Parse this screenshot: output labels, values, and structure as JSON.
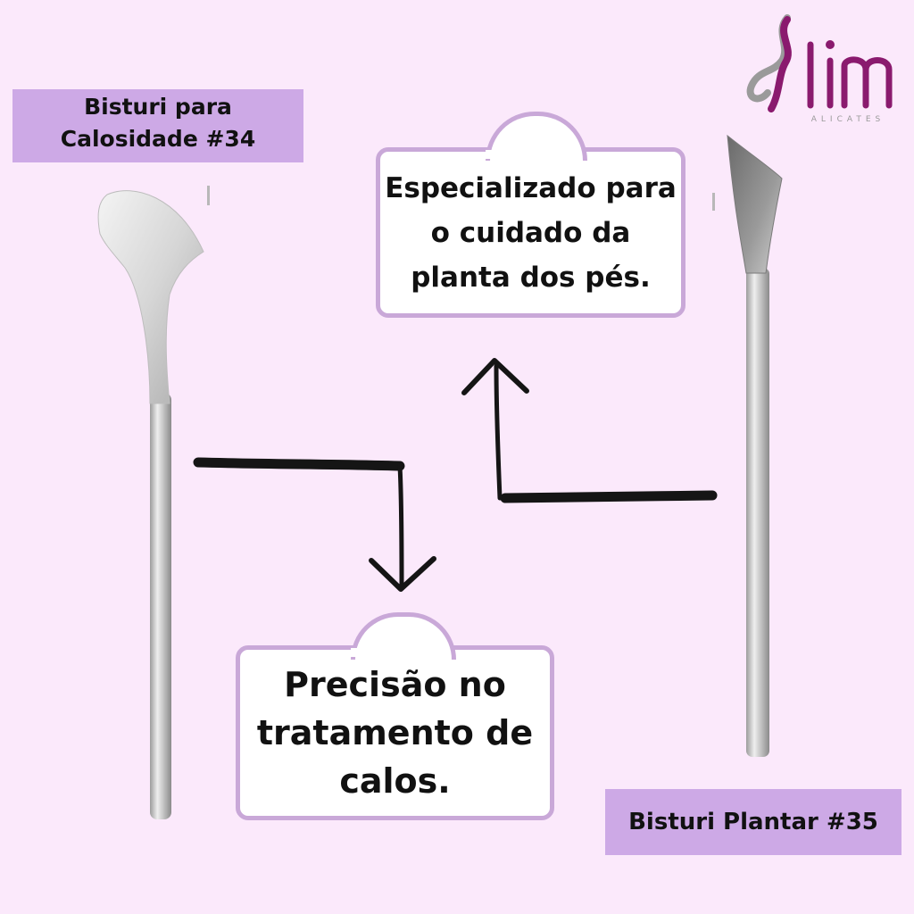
{
  "brand": {
    "name": "Slim",
    "tagline": "ALICATES",
    "logo_colors": [
      "#8a1a6e",
      "#9a9a9a"
    ]
  },
  "products": {
    "left": {
      "name_line1": "Bisturi para",
      "name_line2": "Calosidade #34"
    },
    "right": {
      "name": "Bisturi Plantar #35"
    }
  },
  "callouts": {
    "top": {
      "line1": "Especializado para",
      "line2": "o cuidado da",
      "line3": "planta dos pés."
    },
    "bottom": {
      "line1": "Precisão no",
      "line2": "tratamento de",
      "line3": "calos."
    }
  },
  "colors": {
    "background": "#fbe9fb",
    "label_highlight": "#cda9e6",
    "bubble_border": "#c9a8d8"
  }
}
